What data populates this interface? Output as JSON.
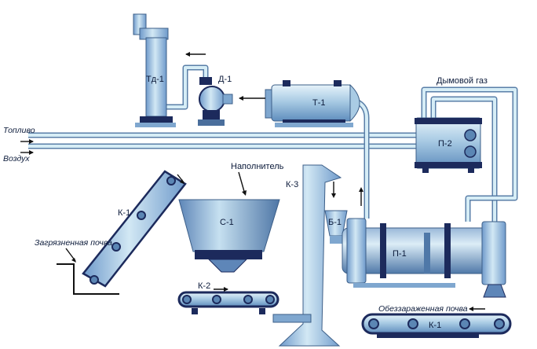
{
  "labels": {
    "td1": "Тд-1",
    "d1": "Д-1",
    "t1": "Т-1",
    "p2": "П-2",
    "smoke_gas": "Дымовой газ",
    "fuel": "Топливо",
    "air": "Воздух",
    "k1_left": "К-1",
    "filler": "Наполнитель",
    "c1": "С-1",
    "k3": "К-3",
    "b1": "Б-1",
    "p1": "П-1",
    "contaminated_soil": "Загрязненная почва",
    "k2": "К-2",
    "decontaminated_soil": "Обеззараженная почва",
    "k1_bottom": "К-1"
  },
  "colors": {
    "equipment_light": "#b8d6ea",
    "equipment_mid": "#7fa7cf",
    "equipment_dark": "#1c2a5c",
    "pipe": "#c8e3f0"
  },
  "icons": [
    "arrow",
    "roller"
  ]
}
